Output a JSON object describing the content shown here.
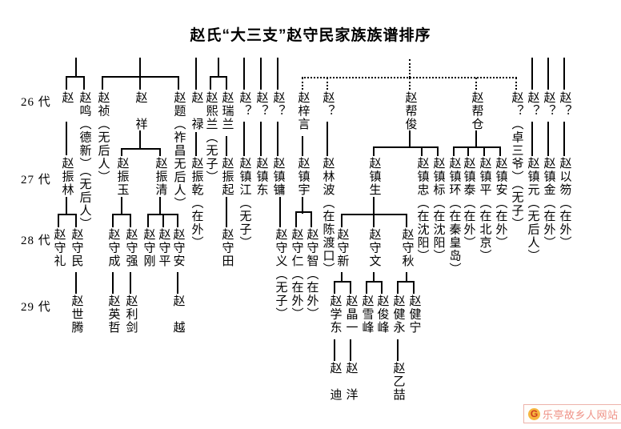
{
  "title": "赵氏“大三支”赵守民家族族谱排序",
  "generations": [
    {
      "label": "26 代"
    },
    {
      "label": "27 代"
    },
    {
      "label": "28 代"
    },
    {
      "label": "29 代"
    }
  ],
  "persons": [
    {
      "gen": 26,
      "name": "赵",
      "children": [
        19
      ]
    },
    {
      "gen": 26,
      "name": "赵鸣（德新）（无后人）",
      "children": []
    },
    {
      "gen": 26,
      "name": "赵祯（无后人）",
      "children": []
    },
    {
      "gen": 26,
      "name": "赵　祥",
      "children": [
        20,
        21
      ]
    },
    {
      "gen": 26,
      "name": "赵题（祚昌无后人）",
      "children": []
    },
    {
      "gen": 26,
      "name": "赵　禄",
      "children": [
        22
      ]
    },
    {
      "gen": 26,
      "name": "赵熙兰（无子）",
      "children": []
    },
    {
      "gen": 26,
      "name": "赵瑞兰",
      "children": [
        23
      ]
    },
    {
      "gen": 26,
      "name": "赵？",
      "children": [
        24
      ]
    },
    {
      "gen": 26,
      "name": "赵？",
      "children": [
        25
      ]
    },
    {
      "gen": 26,
      "name": "赵？",
      "children": [
        26
      ]
    },
    {
      "gen": 26,
      "name": "赵梓言",
      "children": [
        27
      ]
    },
    {
      "gen": 26,
      "name": "赵？",
      "children": [
        28
      ]
    },
    {
      "gen": 26,
      "name": "赵帮俊",
      "children": [
        29,
        30,
        31
      ]
    },
    {
      "gen": 26,
      "name": "赵帮仓",
      "children": [
        32,
        33,
        34,
        35
      ]
    },
    {
      "gen": 26,
      "name": "赵？（卓三爷）（无子）",
      "children": []
    },
    {
      "gen": 26,
      "name": "赵？",
      "children": [
        36
      ]
    },
    {
      "gen": 26,
      "name": "赵？",
      "children": [
        37
      ]
    },
    {
      "gen": 26,
      "name": "赵？",
      "children": [
        38
      ]
    },
    {
      "gen": 27,
      "name": "赵振林",
      "children": [
        39,
        40
      ]
    },
    {
      "gen": 27,
      "name": "赵振玉",
      "children": [
        41,
        42
      ]
    },
    {
      "gen": 27,
      "name": "赵振清",
      "children": [
        43,
        44,
        45
      ]
    },
    {
      "gen": 27,
      "name": "赵振乾（在外）",
      "children": []
    },
    {
      "gen": 27,
      "name": "赵振起",
      "children": [
        46
      ]
    },
    {
      "gen": 27,
      "name": "赵镇江（无子）",
      "children": []
    },
    {
      "gen": 27,
      "name": "赵镇东",
      "children": []
    },
    {
      "gen": 27,
      "name": "赵镇镛",
      "children": [
        47
      ]
    },
    {
      "gen": 27,
      "name": "赵镇宇",
      "children": [
        48,
        49
      ]
    },
    {
      "gen": 27,
      "name": "赵林波（在陈渡口）",
      "children": []
    },
    {
      "gen": 27,
      "name": "赵镇生",
      "children": [
        50,
        51,
        52
      ]
    },
    {
      "gen": 27,
      "name": "赵镇忠（在沈阳）",
      "children": []
    },
    {
      "gen": 27,
      "name": "赵镇标（在沈阳）",
      "children": []
    },
    {
      "gen": 27,
      "name": "赵镇环（在秦皇岛）",
      "children": []
    },
    {
      "gen": 27,
      "name": "赵镇泰（在外）",
      "children": []
    },
    {
      "gen": 27,
      "name": "赵镇平（在北京）",
      "children": []
    },
    {
      "gen": 27,
      "name": "赵镇安（在外）",
      "children": []
    },
    {
      "gen": 27,
      "name": "赵镇元（无后人）",
      "children": []
    },
    {
      "gen": 27,
      "name": "赵镇金（在外）",
      "children": []
    },
    {
      "gen": 27,
      "name": "赵以笏（在外）",
      "children": []
    },
    {
      "gen": 28,
      "name": "赵守礼",
      "children": []
    },
    {
      "gen": 28,
      "name": "赵守民",
      "children": [
        53
      ]
    },
    {
      "gen": 28,
      "name": "赵守成",
      "children": [
        54
      ]
    },
    {
      "gen": 28,
      "name": "赵守强",
      "children": [
        55
      ]
    },
    {
      "gen": 28,
      "name": "赵守刚",
      "children": []
    },
    {
      "gen": 28,
      "name": "赵守平",
      "children": []
    },
    {
      "gen": 28,
      "name": "赵守安",
      "children": [
        56
      ]
    },
    {
      "gen": 28,
      "name": "赵守田",
      "children": []
    },
    {
      "gen": 28,
      "name": "赵守义（无子）",
      "children": []
    },
    {
      "gen": 28,
      "name": "赵守仁（在外）",
      "children": []
    },
    {
      "gen": 28,
      "name": "赵守智（在外）",
      "children": []
    },
    {
      "gen": 28,
      "name": "赵守新",
      "children": [
        57,
        58
      ]
    },
    {
      "gen": 28,
      "name": "赵守文",
      "children": [
        59,
        60
      ]
    },
    {
      "gen": 28,
      "name": "赵守秋",
      "children": [
        61,
        62
      ]
    },
    {
      "gen": 29,
      "name": "赵世腾",
      "children": []
    },
    {
      "gen": 29,
      "name": "赵英哲",
      "children": []
    },
    {
      "gen": 29,
      "name": "赵利剑",
      "children": []
    },
    {
      "gen": 29,
      "name": "赵　越",
      "children": []
    },
    {
      "gen": 29,
      "name": "赵学东",
      "children": [
        63
      ]
    },
    {
      "gen": 29,
      "name": "赵晶一",
      "children": [
        64
      ]
    },
    {
      "gen": 29,
      "name": "赵雪峰",
      "children": []
    },
    {
      "gen": 29,
      "name": "赵俊峰",
      "children": []
    },
    {
      "gen": 29,
      "name": "赵健永",
      "children": [
        65
      ]
    },
    {
      "gen": 29,
      "name": "赵健宁",
      "children": []
    },
    {
      "gen": 30,
      "name": "赵　迪",
      "children": []
    },
    {
      "gen": 30,
      "name": "赵　洋",
      "children": []
    },
    {
      "gen": 30,
      "name": "赵乙喆",
      "children": []
    }
  ],
  "watermark": {
    "site_name": "乐亭故乡人网站",
    "logo_letter": "G"
  },
  "colors": {
    "background": "#ffffff",
    "line": "#000000",
    "text": "#000000",
    "watermark_border": "#edb3ab",
    "watermark_text": "#ef9287",
    "logo_circle": "#f6b53f",
    "logo_letter": "#cf3d1f"
  }
}
